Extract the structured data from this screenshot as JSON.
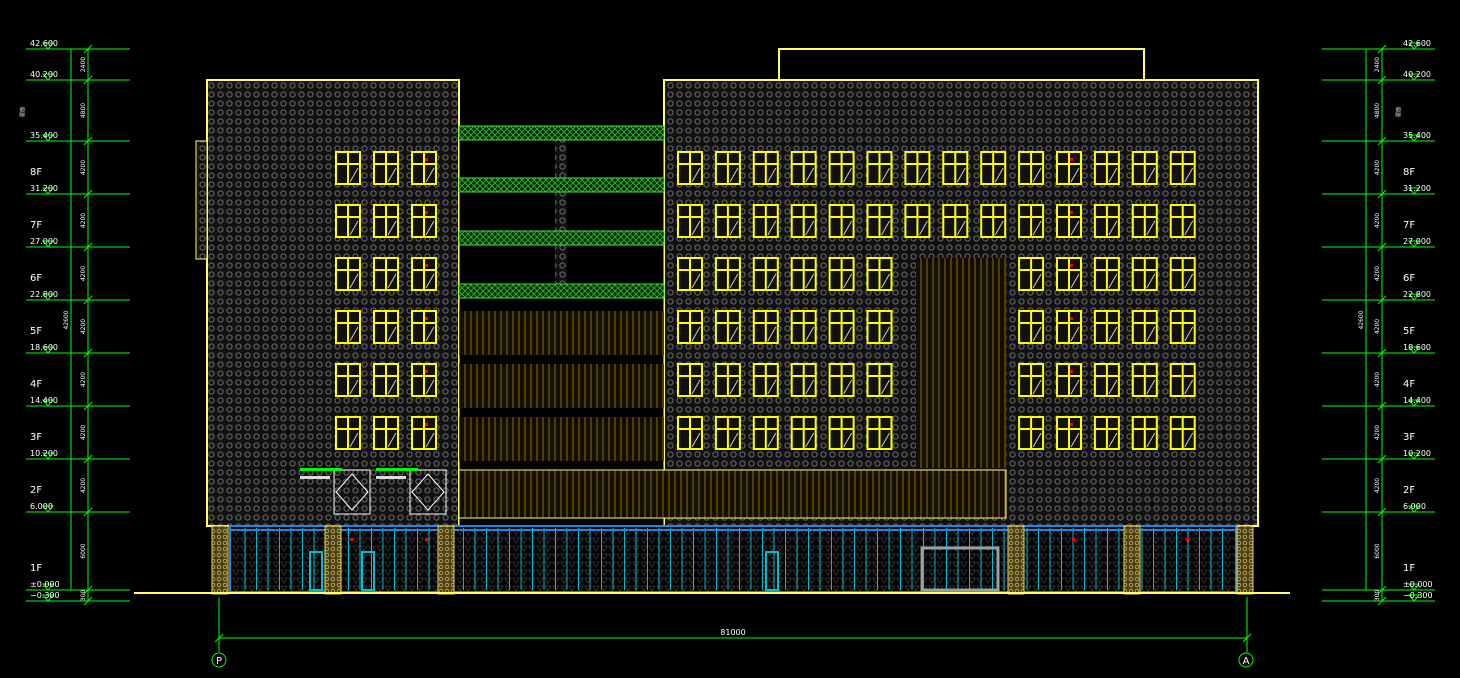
{
  "drawing": {
    "colors": {
      "background": "#000000",
      "outline": "#ffff66",
      "dimension": "#00ff00",
      "label": "#ffffff",
      "facade": "#5a5a5a",
      "window": "#ffff00",
      "accent": "#ff0000",
      "glass": "#00bcd4",
      "glassFrame": "#1e88e5",
      "louver": "#b8860b"
    },
    "levels": [
      {
        "name": "",
        "elev": "42.600"
      },
      {
        "name": "",
        "elev": "40.200"
      },
      {
        "name": "",
        "elev": "35.400"
      },
      {
        "name": "8F",
        "elev": "31.200"
      },
      {
        "name": "7F",
        "elev": "27.000"
      },
      {
        "name": "6F",
        "elev": "22.800"
      },
      {
        "name": "5F",
        "elev": "18.600"
      },
      {
        "name": "4F",
        "elev": "14.400"
      },
      {
        "name": "3F",
        "elev": "10.200"
      },
      {
        "name": "2F",
        "elev": "6.000"
      },
      {
        "name": "1F",
        "elev": "±0.000"
      },
      {
        "name": "",
        "elev": "−0.300"
      }
    ],
    "segment_dims": [
      "2400",
      "4800",
      "4200",
      "4200",
      "4200",
      "4200",
      "4200",
      "4200",
      "4200",
      "6000",
      "300",
      "300"
    ],
    "total_height_dim": "42600",
    "total_width_dim": "81000",
    "axis_left": "P",
    "axis_right": "A",
    "roof_note_left": "屋面",
    "roof_note_right": "屋面"
  }
}
